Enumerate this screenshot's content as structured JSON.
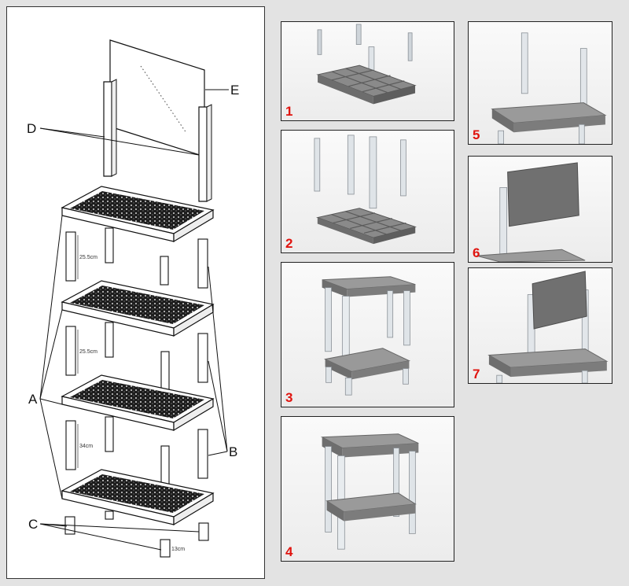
{
  "diagram": {
    "part_labels": [
      "A",
      "B",
      "C",
      "D",
      "E"
    ],
    "dimensions": [
      "25.5cm",
      "25.5cm",
      "34cm",
      "13cm"
    ]
  },
  "steps": [
    "1",
    "2",
    "3",
    "4",
    "5",
    "6",
    "7"
  ],
  "colors": {
    "step_number": "#e0140f",
    "tray": "#7b7b7b",
    "leg": "#d6dbe0",
    "background": "#e3e3e3"
  }
}
